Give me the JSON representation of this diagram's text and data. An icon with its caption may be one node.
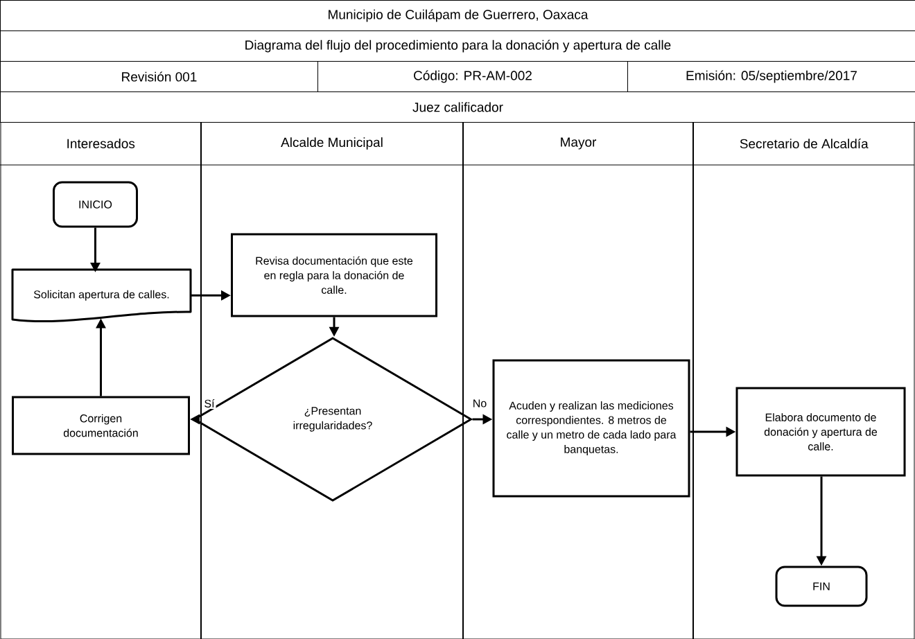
{
  "diagram": {
    "title": "Municipio de Cuilápam de Guerrero, Oaxaca",
    "nodes": [
      {
        "text": [
          "Interesados"
        ]
      },
      {
        "text": [
          "Alcalde Municipal"
        ]
      },
      {
        "text": [
          "Mayor"
        ]
      },
      {
        "text": [
          "Secretario de Alcaldía"
        ]
      },
      {
        "text": [
          "INICIO"
        ],
        "in": 0
      },
      {
        "text": [
          "Solicitan apertura de calles."
        ],
        "in": 0
      },
      {
        "text": [
          "Revisa documentación que este en regla para la donación de calle."
        ],
        "in": 1
      },
      {
        "text": [
          "¿Presentan irregularidades?"
        ],
        "in": 1
      },
      {
        "text": [
          "Corrigen documentación"
        ],
        "in": 0
      },
      {
        "text": [
          "Acuden y realizan las mediciones correspondientes. 8 metros de calle y un metro de cada lado para banquetas."
        ],
        "in": 2
      },
      {
        "text": [
          "Elabora documento de donación y apertura de calle."
        ],
        "in": 3
      },
      {
        "text": [
          "FIN"
        ],
        "in": 3
      }
    ],
    "edges": [
      {
        "from": 4,
        "to": 5,
        "arrow": "to"
      },
      {
        "from": 5,
        "to": 6,
        "arrow": "to"
      },
      {
        "from": 6,
        "to": 7,
        "arrow": "to"
      },
      {
        "from": 7,
        "to": 8,
        "arrow": "to",
        "label": "Sí"
      },
      {
        "from": 7,
        "to": 9,
        "arrow": "to",
        "label": "No"
      },
      {
        "from": 8,
        "to": 5,
        "arrow": "to"
      },
      {
        "from": 9,
        "to": 10,
        "arrow": "to"
      },
      {
        "from": 10,
        "to": 11,
        "arrow": "to"
      }
    ],
    "labels": [
      "Diagrama del flujo del procedimiento para la donación y apertura de calle",
      "Revisión 001",
      "Código: PR-AM-002",
      "Emisión: 05/septiembre/2017",
      "Juez calificador"
    ]
  }
}
